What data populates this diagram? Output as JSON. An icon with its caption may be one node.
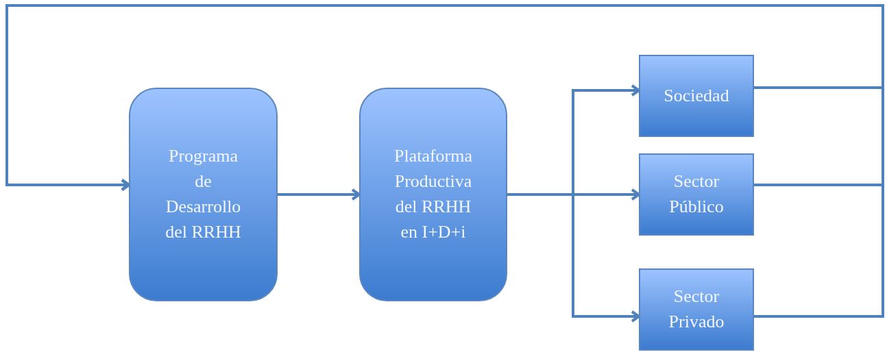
{
  "diagram": {
    "nodes": [
      {
        "text": [
          "Programa de Desarrollo del RRHH"
        ]
      },
      {
        "text": [
          "Plataforma Productiva del RRHH en I+D+i"
        ]
      },
      {
        "text": [
          "Sociedad"
        ]
      },
      {
        "text": [
          "Sector Público"
        ]
      },
      {
        "text": [
          "Sector Privado"
        ]
      }
    ],
    "edges": [
      {
        "from": 0,
        "to": 1,
        "arrow": "to"
      },
      {
        "from": 1,
        "to": 2,
        "arrow": "to"
      },
      {
        "from": 1,
        "to": 3,
        "arrow": "to"
      },
      {
        "from": 1,
        "to": 4,
        "arrow": "to"
      },
      {
        "from": 2,
        "to": 0,
        "arrow": "to"
      },
      {
        "from": 3,
        "to": 0,
        "arrow": "to"
      },
      {
        "from": 4,
        "to": 0,
        "arrow": "to"
      }
    ]
  }
}
